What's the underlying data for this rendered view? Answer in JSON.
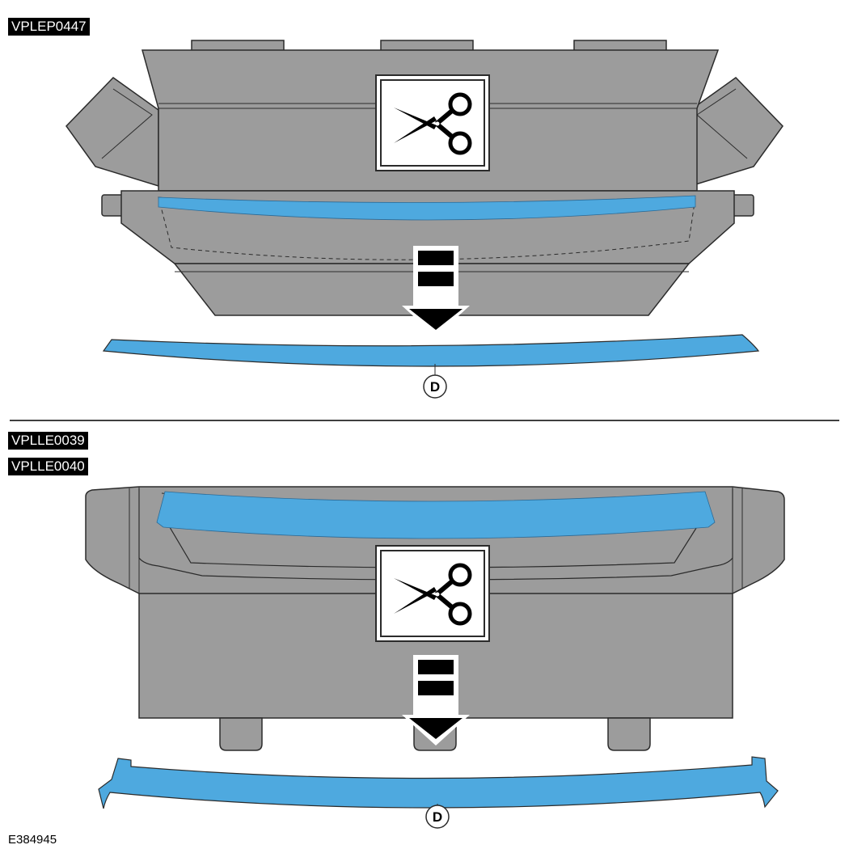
{
  "labels": {
    "variant_top": "VPLEP0447",
    "variant_bottom_1": "VPLLE0039",
    "variant_bottom_2": "VPLLE0040",
    "callout_top": "D",
    "callout_bottom": "D",
    "figure_id": "E384945"
  },
  "colors": {
    "part_gray": "#9c9c9c",
    "outline": "#2b2b2b",
    "seal_blue": "#4ea9df",
    "tag_bg": "#000000"
  },
  "icons": [
    "scissors-icon",
    "arrow-down-icon"
  ]
}
